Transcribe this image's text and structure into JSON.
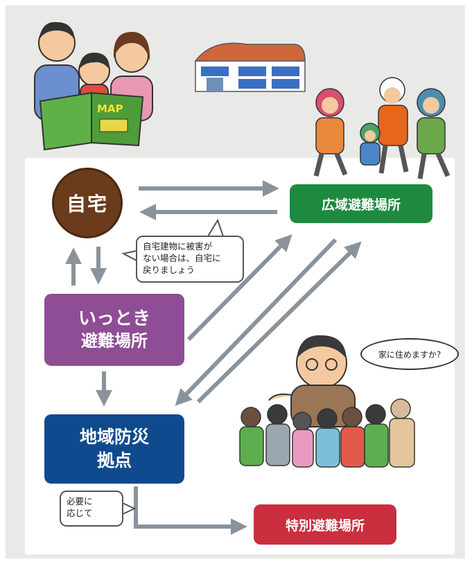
{
  "nodes": {
    "home": "自宅",
    "wide_area": "広域避難場所",
    "temporary": {
      "line1": "いっとき",
      "line2": "避難場所"
    },
    "base": {
      "line1": "地域防災",
      "line2": "拠点"
    },
    "special": "特別避難場所"
  },
  "notes": {
    "home_return": [
      "自宅建物に被害が",
      "ない場合は、自宅に",
      "戻りましょう"
    ],
    "if_needed": [
      "必要に",
      "応じて"
    ]
  },
  "illustrations": {
    "family_map_text": "MAP",
    "speech_bubble": "家に住めますか?"
  },
  "colors": {
    "home": "#6b3c1c",
    "wide_area": "#1e8a3f",
    "temporary": "#8e4d94",
    "base": "#0f4a8f",
    "special": "#c92f3f",
    "arrow": "#8a939b"
  }
}
